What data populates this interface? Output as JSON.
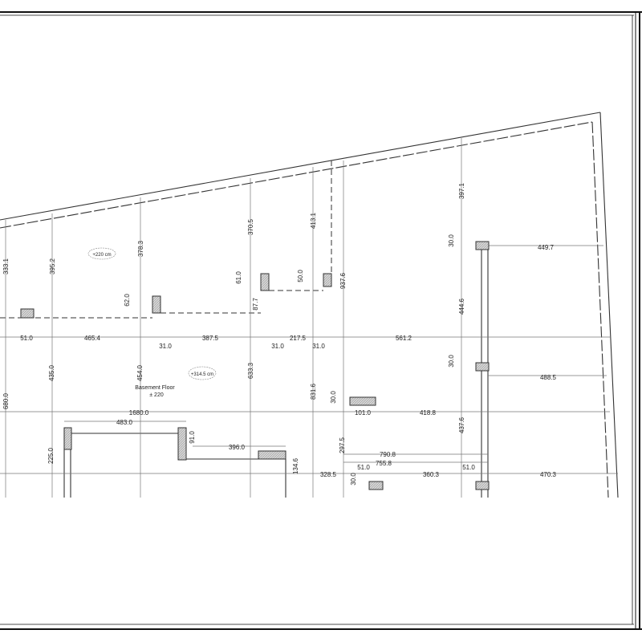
{
  "drawing": {
    "title": "Basement Floor",
    "level": "± 220",
    "level_markers": [
      "+220 cm",
      "+314.5 cm"
    ],
    "colors": {
      "line": "#333333",
      "dimension": "#777777",
      "column_fill": "#d0d0d0"
    },
    "dimensions": {
      "d1": "333.1",
      "d2": "395.2",
      "d3": "378.3",
      "d4": "370.5",
      "d5": "413.1",
      "d6": "397.1",
      "d7": "30.0",
      "d8": "449.7",
      "d9": "61.0",
      "d10": "50.0",
      "d11": "937.6",
      "d12": "62.0",
      "d13": "87.7",
      "d14": "444.6",
      "d15": "51.0",
      "d16": "465.4",
      "d17": "31.0",
      "d18": "387.5",
      "d19": "31.0",
      "d20": "217.5",
      "d21": "31.0",
      "d22": "561.2",
      "d23": "435.0",
      "d24": "454.0",
      "d25": "633.3",
      "d26": "30.0",
      "d27": "488.5",
      "d28": "680.0",
      "d29": "831.6",
      "d30": "30.0",
      "d31": "1680.0",
      "d32": "101.0",
      "d33": "418.8",
      "d34": "483.0",
      "d35": "437.6",
      "d36": "91.0",
      "d37": "396.0",
      "d38": "297.5",
      "d39": "790.8",
      "d40": "225.0",
      "d41": "134.6",
      "d42": "755.8",
      "d43": "328.5",
      "d44": "51.0",
      "d45": "360.3",
      "d46": "51.0",
      "d47": "470.3",
      "d48": "30.0"
    }
  }
}
